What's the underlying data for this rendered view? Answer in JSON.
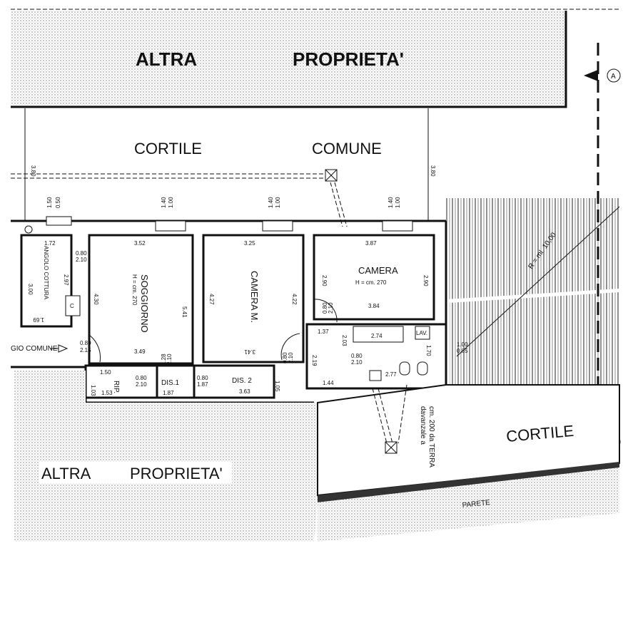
{
  "labels": {
    "top_property_1": "ALTRA",
    "top_property_2": "PROPRIETA'",
    "courtyard_1": "CORTILE",
    "courtyard_2": "COMUNE",
    "bottom_property_1": "ALTRA",
    "bottom_property_2": "PROPRIETA'",
    "courtyard_right": "CORTILE",
    "wall": "PARETE",
    "passage": "GIO COMUNE",
    "sill_1": "davanzale a",
    "sill_2": "cm. 200 da TERRA",
    "radius": "R = ml. 10,00"
  },
  "rooms": {
    "angolo_cottura": "ANGOLO COTTURA",
    "soggiorno": "SOGGIORNO",
    "soggiorno_h": "H = cm. 270",
    "camera_m": "CAMERA M.",
    "camera": "CAMERA",
    "camera_h": "H = cm. 270",
    "rip": "RIP.",
    "dis1": "DIS.1",
    "dis2": "DIS. 2",
    "lav": "LAV."
  },
  "dimensions": {
    "d_380_left": "3.80",
    "d_380_right": "3.80",
    "d_050": "0.50",
    "d_150": "1.50",
    "d_100a": "1.00",
    "d_140a": "1.40",
    "d_100b": "1.00",
    "d_140b": "1.40",
    "d_100c": "1.00",
    "d_140c": "1.40",
    "d_172": "1.72",
    "d_080_210a": "0.80",
    "d_210a": "2.10",
    "d_297": "2.97",
    "d_300": "3.00",
    "d_169": "1.69",
    "d_352": "3.52",
    "d_430": "4.30",
    "d_541": "5.41",
    "d_349": "3.49",
    "d_325": "3.25",
    "d_427": "4.27",
    "d_422": "4.22",
    "d_341": "3.41",
    "d_387": "3.87",
    "d_290a": "2.90",
    "d_290b": "2.90",
    "d_384": "3.84",
    "d_080_b": "0.80",
    "d_210_b": "2.10",
    "d_137": "1.37",
    "d_274": "2.74",
    "d_203": "2.03",
    "d_170": "1.70",
    "d_100d": "1.00",
    "d_085": "0.85",
    "d_219": "2.19",
    "d_080_c": "0.80",
    "d_210_c": "2.10",
    "d_277": "2.77",
    "d_144": "1.44",
    "d_080_d": "0.80",
    "d_215": "2.15",
    "d_150b": "1.50",
    "d_103": "1.03",
    "d_153": "1.53",
    "d_080_e": "0.80",
    "d_210_e": "2.10",
    "d_128": "1.28",
    "d_210_f": "2.10",
    "d_187": "1.87",
    "d_080_g": "0.80",
    "d_187b": "1.87",
    "d_363": "3.63",
    "d_105": "1.05",
    "d_080_h": "0.80",
    "d_210_h": "2.10"
  },
  "section_markers": {
    "marker": "A"
  }
}
